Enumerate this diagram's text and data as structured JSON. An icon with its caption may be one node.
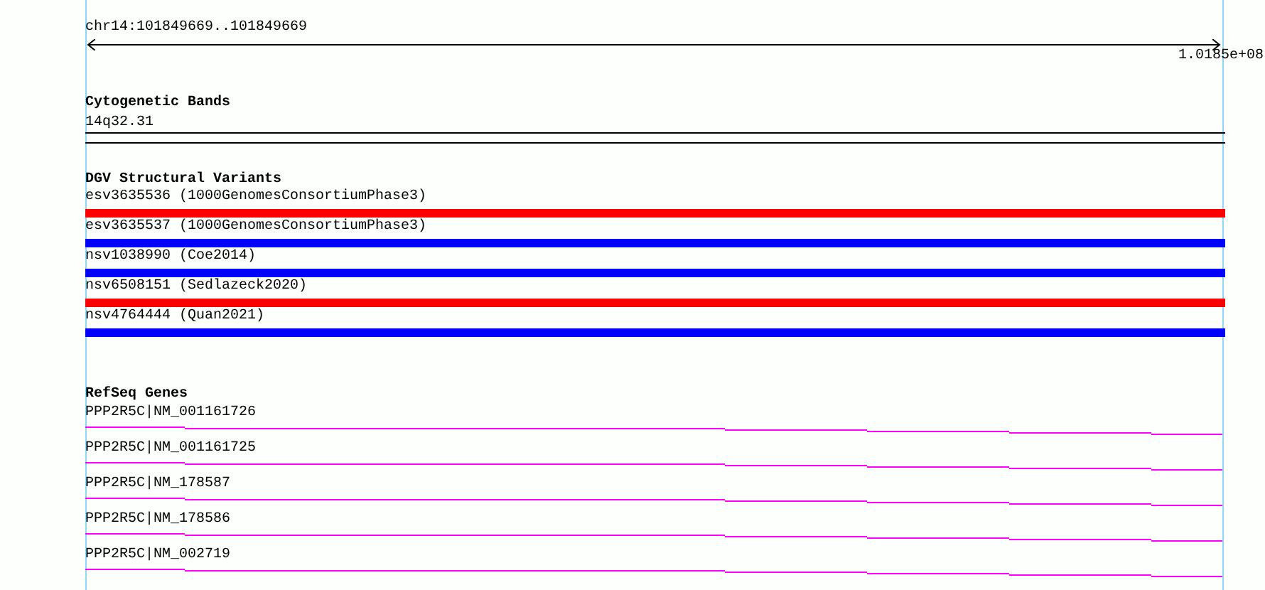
{
  "diagram": {
    "labels": [
      "chr14:101849669..101849669",
      "1.0185e+08",
      "Cytogenetic Bands",
      "14q32.31",
      "DGV Structural Variants",
      "esv3635536 (1000GenomesConsortiumPhase3)",
      "esv3635537 (1000GenomesConsortiumPhase3)",
      "nsv1038990 (Coe2014)",
      "nsv6508151 (Sedlazeck2020)",
      "nsv4764444 (Quan2021)",
      "RefSeq Genes",
      "PPP2R5C|NM_001161726",
      "PPP2R5C|NM_001161725",
      "PPP2R5C|NM_178587",
      "PPP2R5C|NM_178586",
      "PPP2R5C|NM_002719"
    ]
  }
}
